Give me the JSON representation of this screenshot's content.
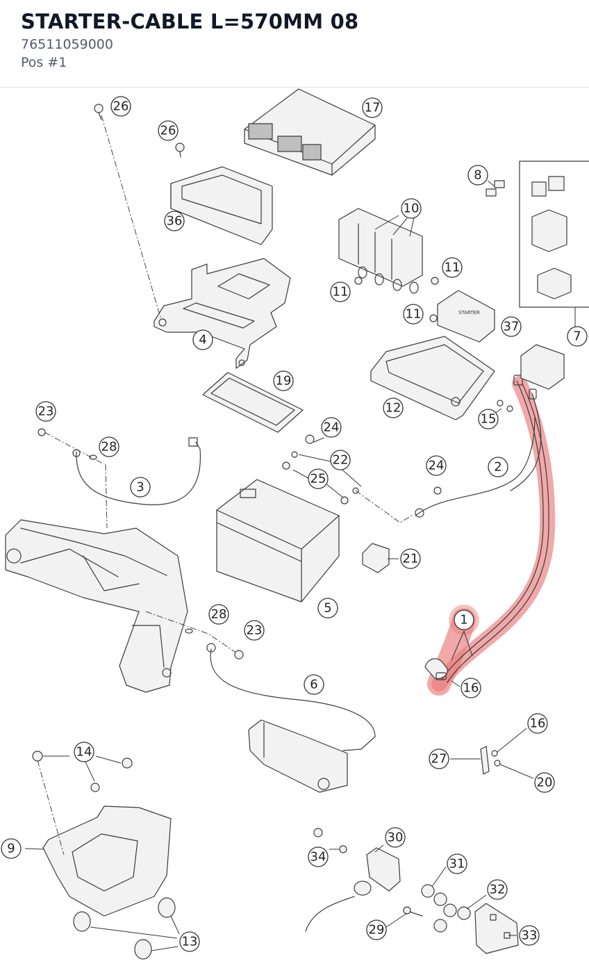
{
  "header": {
    "title": "STARTER-CABLE L=570MM 08",
    "part_number": "76511059000",
    "position": "Pos #1"
  },
  "highlight_color": "#e8797a",
  "callouts": {
    "c1": "1",
    "c2": "2",
    "c3": "3",
    "c4": "4",
    "c5": "5",
    "c6": "6",
    "c7": "7",
    "c8": "8",
    "c9": "9",
    "c10": "10",
    "c11a": "11",
    "c11b": "11",
    "c11c": "11",
    "c12": "12",
    "c13": "13",
    "c14": "14",
    "c15": "15",
    "c16a": "16",
    "c16b": "16",
    "c17": "17",
    "c19": "19",
    "c20": "20",
    "c21": "21",
    "c22": "22",
    "c23a": "23",
    "c23b": "23",
    "c24a": "24",
    "c24b": "24",
    "c25": "25",
    "c26a": "26",
    "c26b": "26",
    "c27": "27",
    "c28a": "28",
    "c28b": "28",
    "c29": "29",
    "c30": "30",
    "c31": "31",
    "c32": "32",
    "c33": "33",
    "c34": "34",
    "c36": "36",
    "c37": "37"
  },
  "icons": {
    "label_on_relay": "STARTER"
  }
}
